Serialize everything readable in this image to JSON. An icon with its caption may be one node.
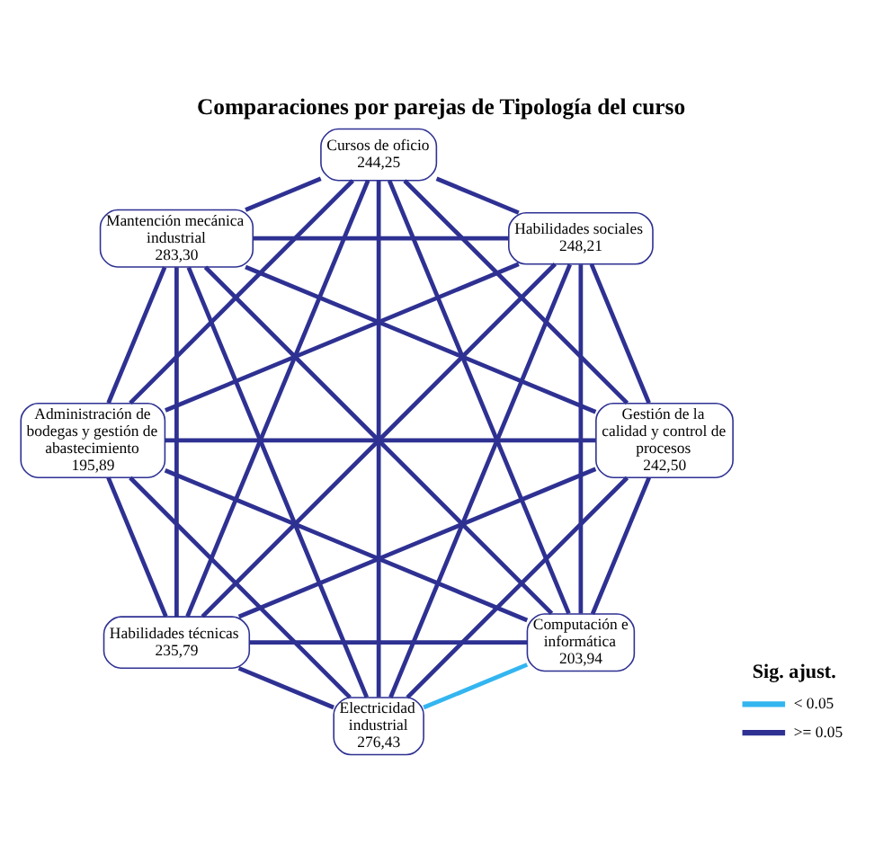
{
  "diagram": {
    "title": "Comparaciones por parejas de Tipología del curso",
    "nodes": [
      {
        "text": [
          "Computación e informática",
          "203,94"
        ]
      },
      {
        "text": [
          "Gestión de la calidad y control de procesos",
          "242,50"
        ]
      },
      {
        "text": [
          "Habilidades técnicas",
          "235,79"
        ]
      },
      {
        "text": [
          "Administración de bodegas y gestión de abastecimiento",
          "195,89"
        ]
      },
      {
        "text": [
          "Mantención mecánica industrial",
          "283,30"
        ]
      },
      {
        "text": [
          "Cursos de oficio",
          "244,25"
        ]
      },
      {
        "text": [
          "Habilidades sociales",
          "248,21"
        ]
      },
      {
        "text": [
          "Electricidad industrial",
          "276,43"
        ]
      }
    ],
    "edges": [
      {
        "from": 0,
        "to": 1,
        "arrow": "none"
      },
      {
        "from": 0,
        "to": 2,
        "arrow": "none"
      },
      {
        "from": 0,
        "to": 3,
        "arrow": "none"
      },
      {
        "from": 0,
        "to": 4,
        "arrow": "none"
      },
      {
        "from": 0,
        "to": 5,
        "arrow": "none"
      },
      {
        "from": 0,
        "to": 6,
        "arrow": "none"
      },
      {
        "from": 0,
        "to": 7,
        "arrow": "none",
        "color": "#33b5f0"
      },
      {
        "from": 1,
        "to": 2,
        "arrow": "none"
      },
      {
        "from": 1,
        "to": 3,
        "arrow": "none"
      },
      {
        "from": 1,
        "to": 4,
        "arrow": "none"
      },
      {
        "from": 1,
        "to": 5,
        "arrow": "none"
      },
      {
        "from": 1,
        "to": 6,
        "arrow": "none"
      },
      {
        "from": 1,
        "to": 7,
        "arrow": "none"
      },
      {
        "from": 2,
        "to": 3,
        "arrow": "none"
      },
      {
        "from": 2,
        "to": 4,
        "arrow": "none"
      },
      {
        "from": 2,
        "to": 5,
        "arrow": "none"
      },
      {
        "from": 2,
        "to": 6,
        "arrow": "none"
      },
      {
        "from": 2,
        "to": 7,
        "arrow": "none"
      },
      {
        "from": 3,
        "to": 4,
        "arrow": "none"
      },
      {
        "from": 3,
        "to": 5,
        "arrow": "none"
      },
      {
        "from": 3,
        "to": 6,
        "arrow": "none"
      },
      {
        "from": 3,
        "to": 7,
        "arrow": "none"
      },
      {
        "from": 4,
        "to": 5,
        "arrow": "none"
      },
      {
        "from": 4,
        "to": 6,
        "arrow": "none"
      },
      {
        "from": 4,
        "to": 7,
        "arrow": "none"
      },
      {
        "from": 5,
        "to": 6,
        "arrow": "none"
      },
      {
        "from": 5,
        "to": 7,
        "arrow": "none"
      },
      {
        "from": 6,
        "to": 7,
        "arrow": "none"
      }
    ],
    "labels": [
      "Sig. ajust."
    ],
    "legend": [
      {
        "text": "< 0.05",
        "color": "#33b5f0"
      },
      {
        "text": ">= 0.05",
        "color": "#2e3192"
      }
    ]
  }
}
